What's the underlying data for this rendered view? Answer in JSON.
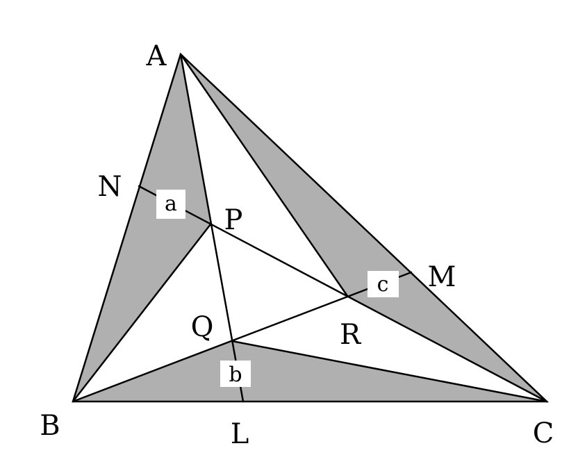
{
  "figure": {
    "points": {
      "A": "A",
      "B": "B",
      "C": "C",
      "L": "L",
      "M": "M",
      "N": "N",
      "P": "P",
      "Q": "Q",
      "R": "R"
    },
    "segment_labels": {
      "a": "a",
      "b": "b",
      "c": "c"
    },
    "colors": {
      "shade": "#b0b0b0",
      "line": "#000000",
      "background": "#ffffff"
    }
  }
}
